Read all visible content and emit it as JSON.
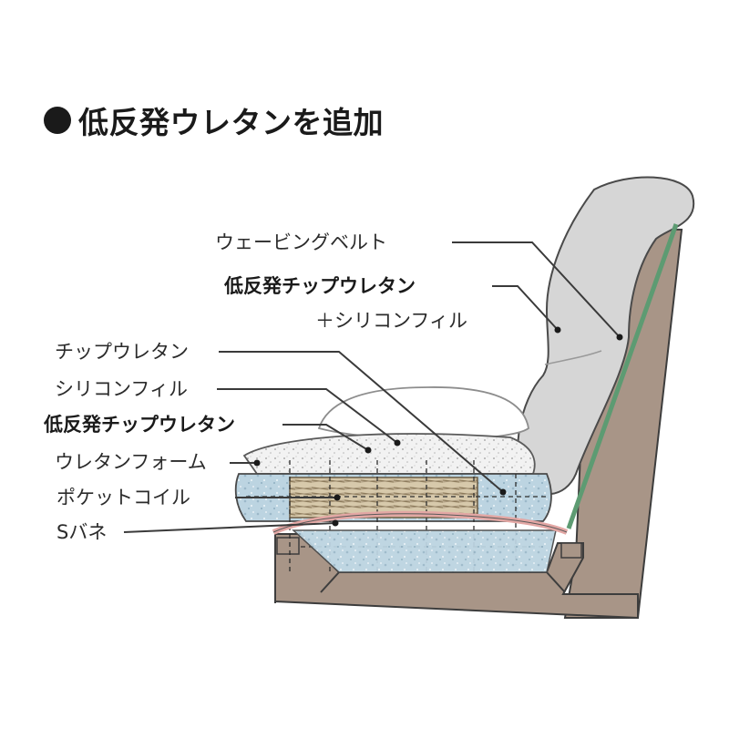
{
  "title": "低反発ウレタンを追加",
  "labels": {
    "webbing_belt": "ウェービングベルト",
    "back_low_rebound_chip": "低反発チップウレタン",
    "back_silicon_fill": "＋シリコンフィル",
    "chip_urethane": "チップウレタン",
    "silicon_fill": "シリコンフィル",
    "low_rebound_chip": "低反発チップウレタン",
    "urethane_foam": "ウレタンフォーム",
    "pocket_coil": "ポケットコイル",
    "s_spring": "Sバネ"
  },
  "colors": {
    "frame": "#a89587",
    "webbing": "#5d9b72",
    "cushion_gray": "#d6d6d6",
    "foam_blue": "#b9d2df",
    "coil": "#c9b99a",
    "s_spring": "#e3a7a4"
  }
}
